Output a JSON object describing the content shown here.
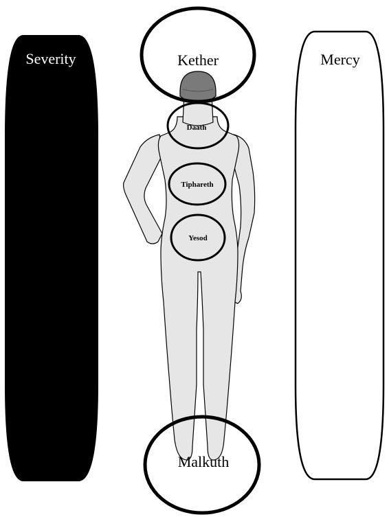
{
  "pillars": {
    "severity": {
      "label": "Severity",
      "fill": "#000000",
      "text_color": "#ffffff"
    },
    "mercy": {
      "label": "Mercy",
      "fill": "#ffffff",
      "text_color": "#000000"
    }
  },
  "sephiroth": {
    "kether": "Kether",
    "daath": "Daath",
    "tiphareth": "Tiphareth",
    "yesod": "Yesod",
    "malkuth": "Malkuth"
  },
  "figure": {
    "body_color": "#e6e6e6",
    "head_color": "#7a7a7a",
    "outline_color": "#000000"
  }
}
